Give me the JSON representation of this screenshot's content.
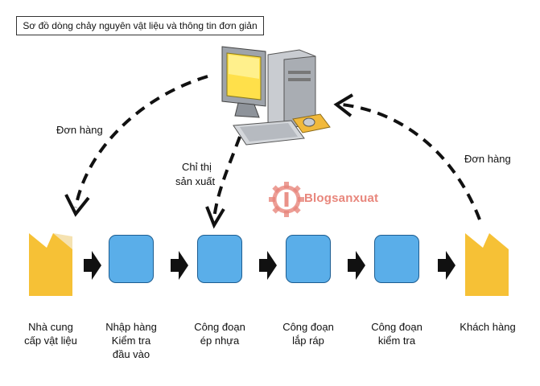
{
  "title": "Sơ đồ dòng chảy nguyên vật liệu và thông tin đơn giản",
  "labels": {
    "order_left": "Đơn hàng",
    "order_right": "Đơn hàng",
    "instruction_line1": "Chỉ thị",
    "instruction_line2": "sản xuất"
  },
  "watermark": "Blogsanxuat",
  "nodes": {
    "supplier": [
      "Nhà cung",
      "cấp vật liệu"
    ],
    "receiving": [
      "Nhập hàng",
      "Kiểm tra",
      "đầu vào"
    ],
    "molding": [
      "Công đoạn",
      "ép nhựa"
    ],
    "assembly": [
      "Công đoạn",
      "lắp ráp"
    ],
    "inspection": [
      "Công đoạn",
      "kiểm tra"
    ],
    "customer": [
      "Khách hàng"
    ]
  },
  "colors": {
    "process": "#5aaee9",
    "factory": "#f6c136",
    "arrow": "#111111",
    "watermark": "#e8867c"
  },
  "icons": {
    "computer": "desktop-computer-icon",
    "factory": "factory-icon"
  }
}
